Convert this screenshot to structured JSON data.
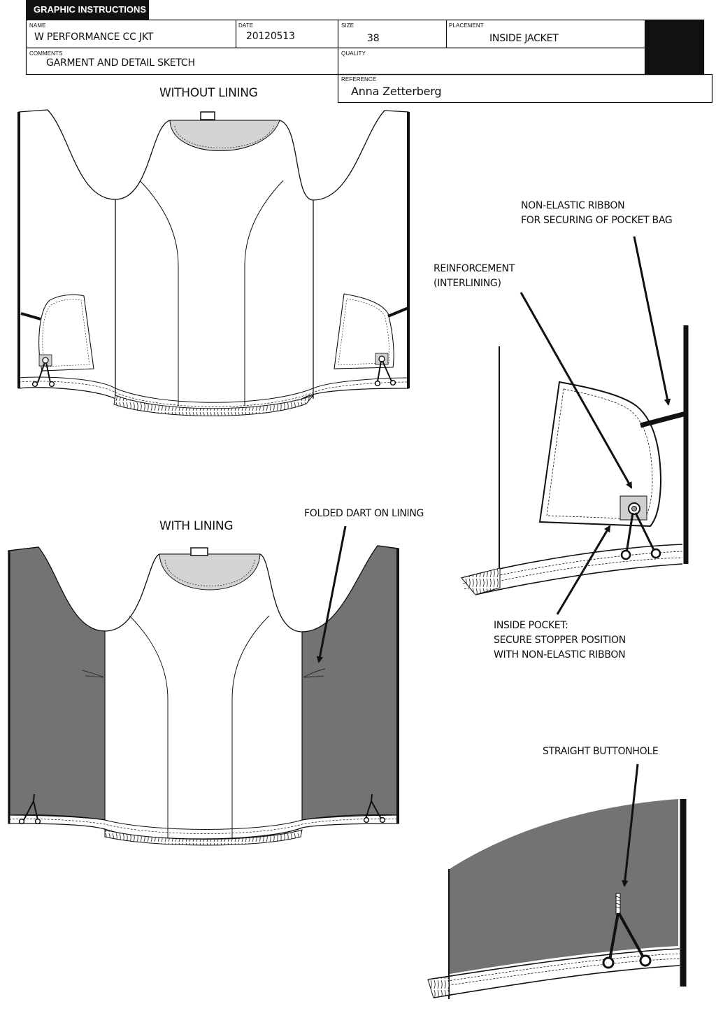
{
  "header": {
    "tab_title": "GRAPHIC INSTRUCTIONS",
    "fields": {
      "name_label": "NAME",
      "name_value": "W PERFORMANCE CC JKT",
      "date_label": "DATE",
      "date_value": "20120513",
      "size_label": "SIZE",
      "size_value": "38",
      "placement_label": "PLACEMENT",
      "placement_value": "INSIDE JACKET",
      "comments_label": "COMMENTS",
      "comments_value": "GARMENT AND DETAIL SKETCH",
      "quality_label": "QUALITY",
      "quality_value": "",
      "reference_label": "REFERENCE",
      "reference_value": "Anna Zetterberg"
    }
  },
  "sketches": {
    "without_lining_title": "WITHOUT LINING",
    "with_lining_title": "WITH LINING"
  },
  "annotations": {
    "ribbon_line1": "NON-ELASTIC RIBBON",
    "ribbon_line2": "FOR SECURING OF POCKET BAG",
    "reinforcement_line1": "REINFORCEMENT",
    "reinforcement_line2": "(INTERLINING)",
    "folded_dart": "FOLDED DART ON LINING",
    "pocket_line1": "INSIDE POCKET:",
    "pocket_line2": "SECURE STOPPER POSITION",
    "pocket_line3": "WITH NON-ELASTIC RIBBON",
    "buttonhole": "STRAIGHT BUTTONHOLE"
  },
  "colors": {
    "ink": "#111111",
    "lining_gray": "#727372",
    "neck_gray": "#d4d4d4",
    "reinforcement_gray": "#cfcfcf"
  }
}
